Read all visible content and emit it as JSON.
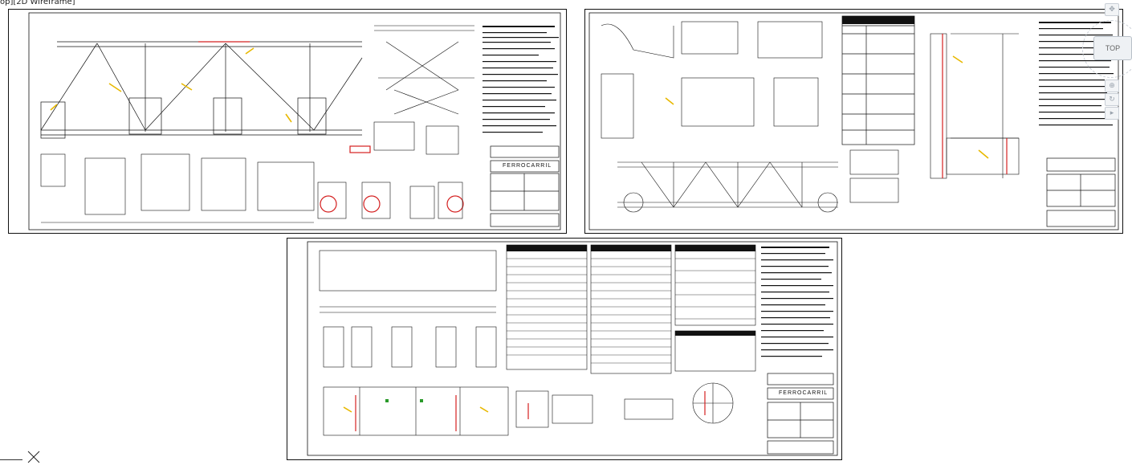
{
  "viewport": {
    "label": "op][2D Wireframe]"
  },
  "nav": {
    "view_label": "TOP"
  },
  "sheets": [
    {
      "id": "sheet-1",
      "titleblock_name": "FERROCARRIL"
    },
    {
      "id": "sheet-2",
      "titleblock_name": ""
    },
    {
      "id": "sheet-3",
      "titleblock_name": "FERROCARRIL"
    }
  ]
}
